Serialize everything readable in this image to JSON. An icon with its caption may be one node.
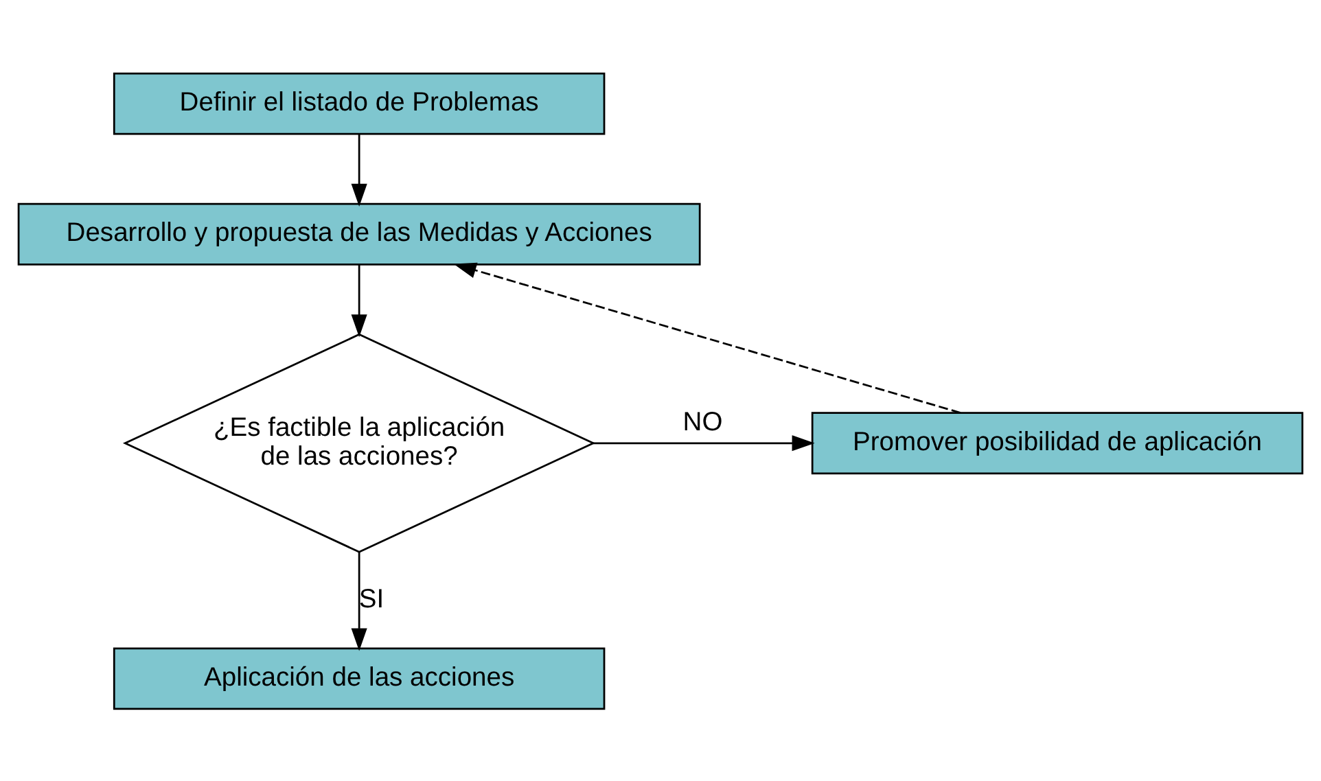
{
  "diagram": {
    "nodes": [
      {
        "text": [
          "Definir el listado de Problemas"
        ]
      },
      {
        "text": [
          "Desarrollo y propuesta de las Medidas y Acciones"
        ]
      },
      {
        "text": [
          "¿Es factible la aplicación de las acciones?"
        ]
      },
      {
        "text": [
          "Promover posibilidad de aplicación"
        ]
      },
      {
        "text": [
          "Aplicación de las acciones"
        ]
      }
    ],
    "edges": [
      {
        "from": 0,
        "to": 1,
        "arrow": "to"
      },
      {
        "from": 1,
        "to": 2,
        "arrow": "to"
      },
      {
        "from": 2,
        "to": 3,
        "arrow": "to",
        "label": "NO"
      },
      {
        "from": 3,
        "to": 1,
        "arrow": "to",
        "style": "dashed"
      },
      {
        "from": 2,
        "to": 4,
        "arrow": "to",
        "label": "SI"
      }
    ]
  }
}
